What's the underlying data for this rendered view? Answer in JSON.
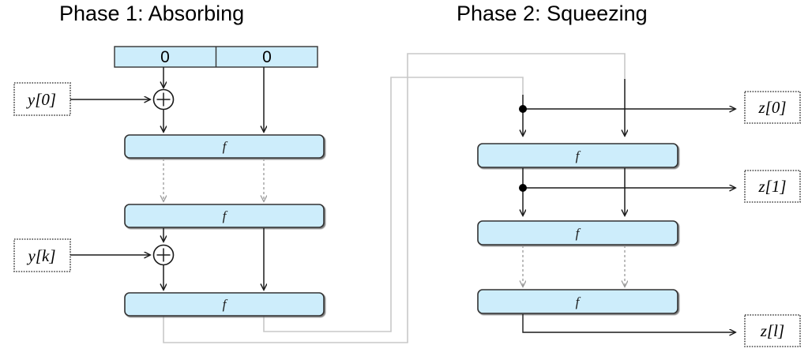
{
  "diagram": {
    "title_left": "Phase 1: Absorbing",
    "title_right": "Phase 2: Squeezing",
    "colors": {
      "block_fill": "#cdedfb",
      "block_stroke": "#333333",
      "arrow_solid": "#1a1a1a",
      "arrow_dashed": "#999999",
      "feedback_line": "#c8c8c8",
      "io_box_stroke": "#444444",
      "text": "#000000"
    },
    "phase1": {
      "state_bar": {
        "left_cell_label": "0",
        "right_cell_label": "0"
      },
      "permutations": [
        {
          "label": "f"
        },
        {
          "label": "f"
        },
        {
          "label": "f"
        }
      ],
      "inputs": [
        {
          "label": "y[0]"
        },
        {
          "label": "y[k]"
        }
      ],
      "xor_symbol": "+",
      "xor_count": 2,
      "ellipsis_dashed_links": 2
    },
    "phase2": {
      "permutations": [
        {
          "label": "f"
        },
        {
          "label": "f"
        },
        {
          "label": "f"
        }
      ],
      "outputs": [
        {
          "label": "z[0]"
        },
        {
          "label": "z[1]"
        },
        {
          "label": "z[l]"
        }
      ],
      "tap_dots": 2,
      "ellipsis_dashed_links": 2
    },
    "feedback": {
      "count": 2,
      "description": "state carried from phase 1 output to phase 2 input"
    }
  }
}
